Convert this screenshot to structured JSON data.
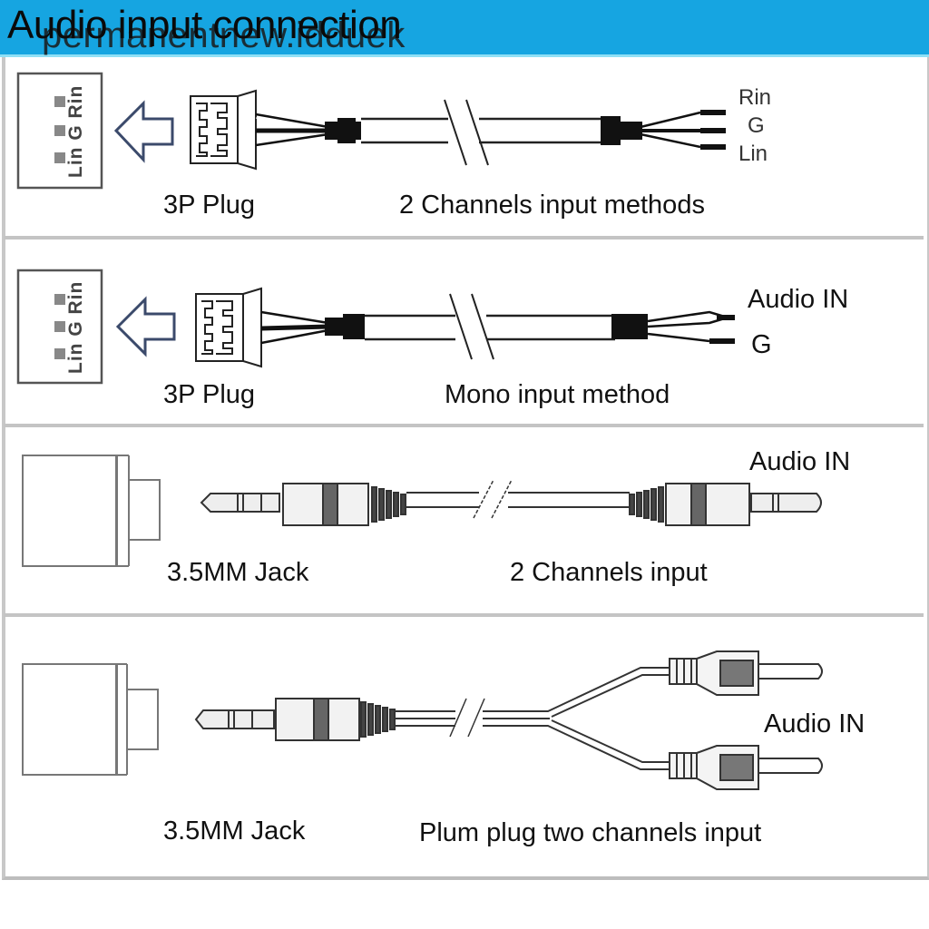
{
  "header": {
    "title": "Audio input connection",
    "watermark": "permanentnew.idduek",
    "background_color": "#16a5e1"
  },
  "panels": [
    {
      "connector_label": "3P Plug",
      "method_label": "2 Channels input methods",
      "socket_pins_label": "Lin G Rin",
      "wire_labels": [
        "Rin",
        "G",
        "Lin"
      ]
    },
    {
      "connector_label": "3P Plug",
      "method_label": "Mono input method",
      "socket_pins_label": "Lin G Rin",
      "wire_labels": [
        "Audio IN",
        "G"
      ]
    },
    {
      "connector_label": "3.5MM Jack",
      "method_label": "2 Channels input",
      "end_label": "Audio IN"
    },
    {
      "connector_label": "3.5MM Jack",
      "method_label": "Plum plug two channels input",
      "end_label": "Audio IN"
    }
  ]
}
